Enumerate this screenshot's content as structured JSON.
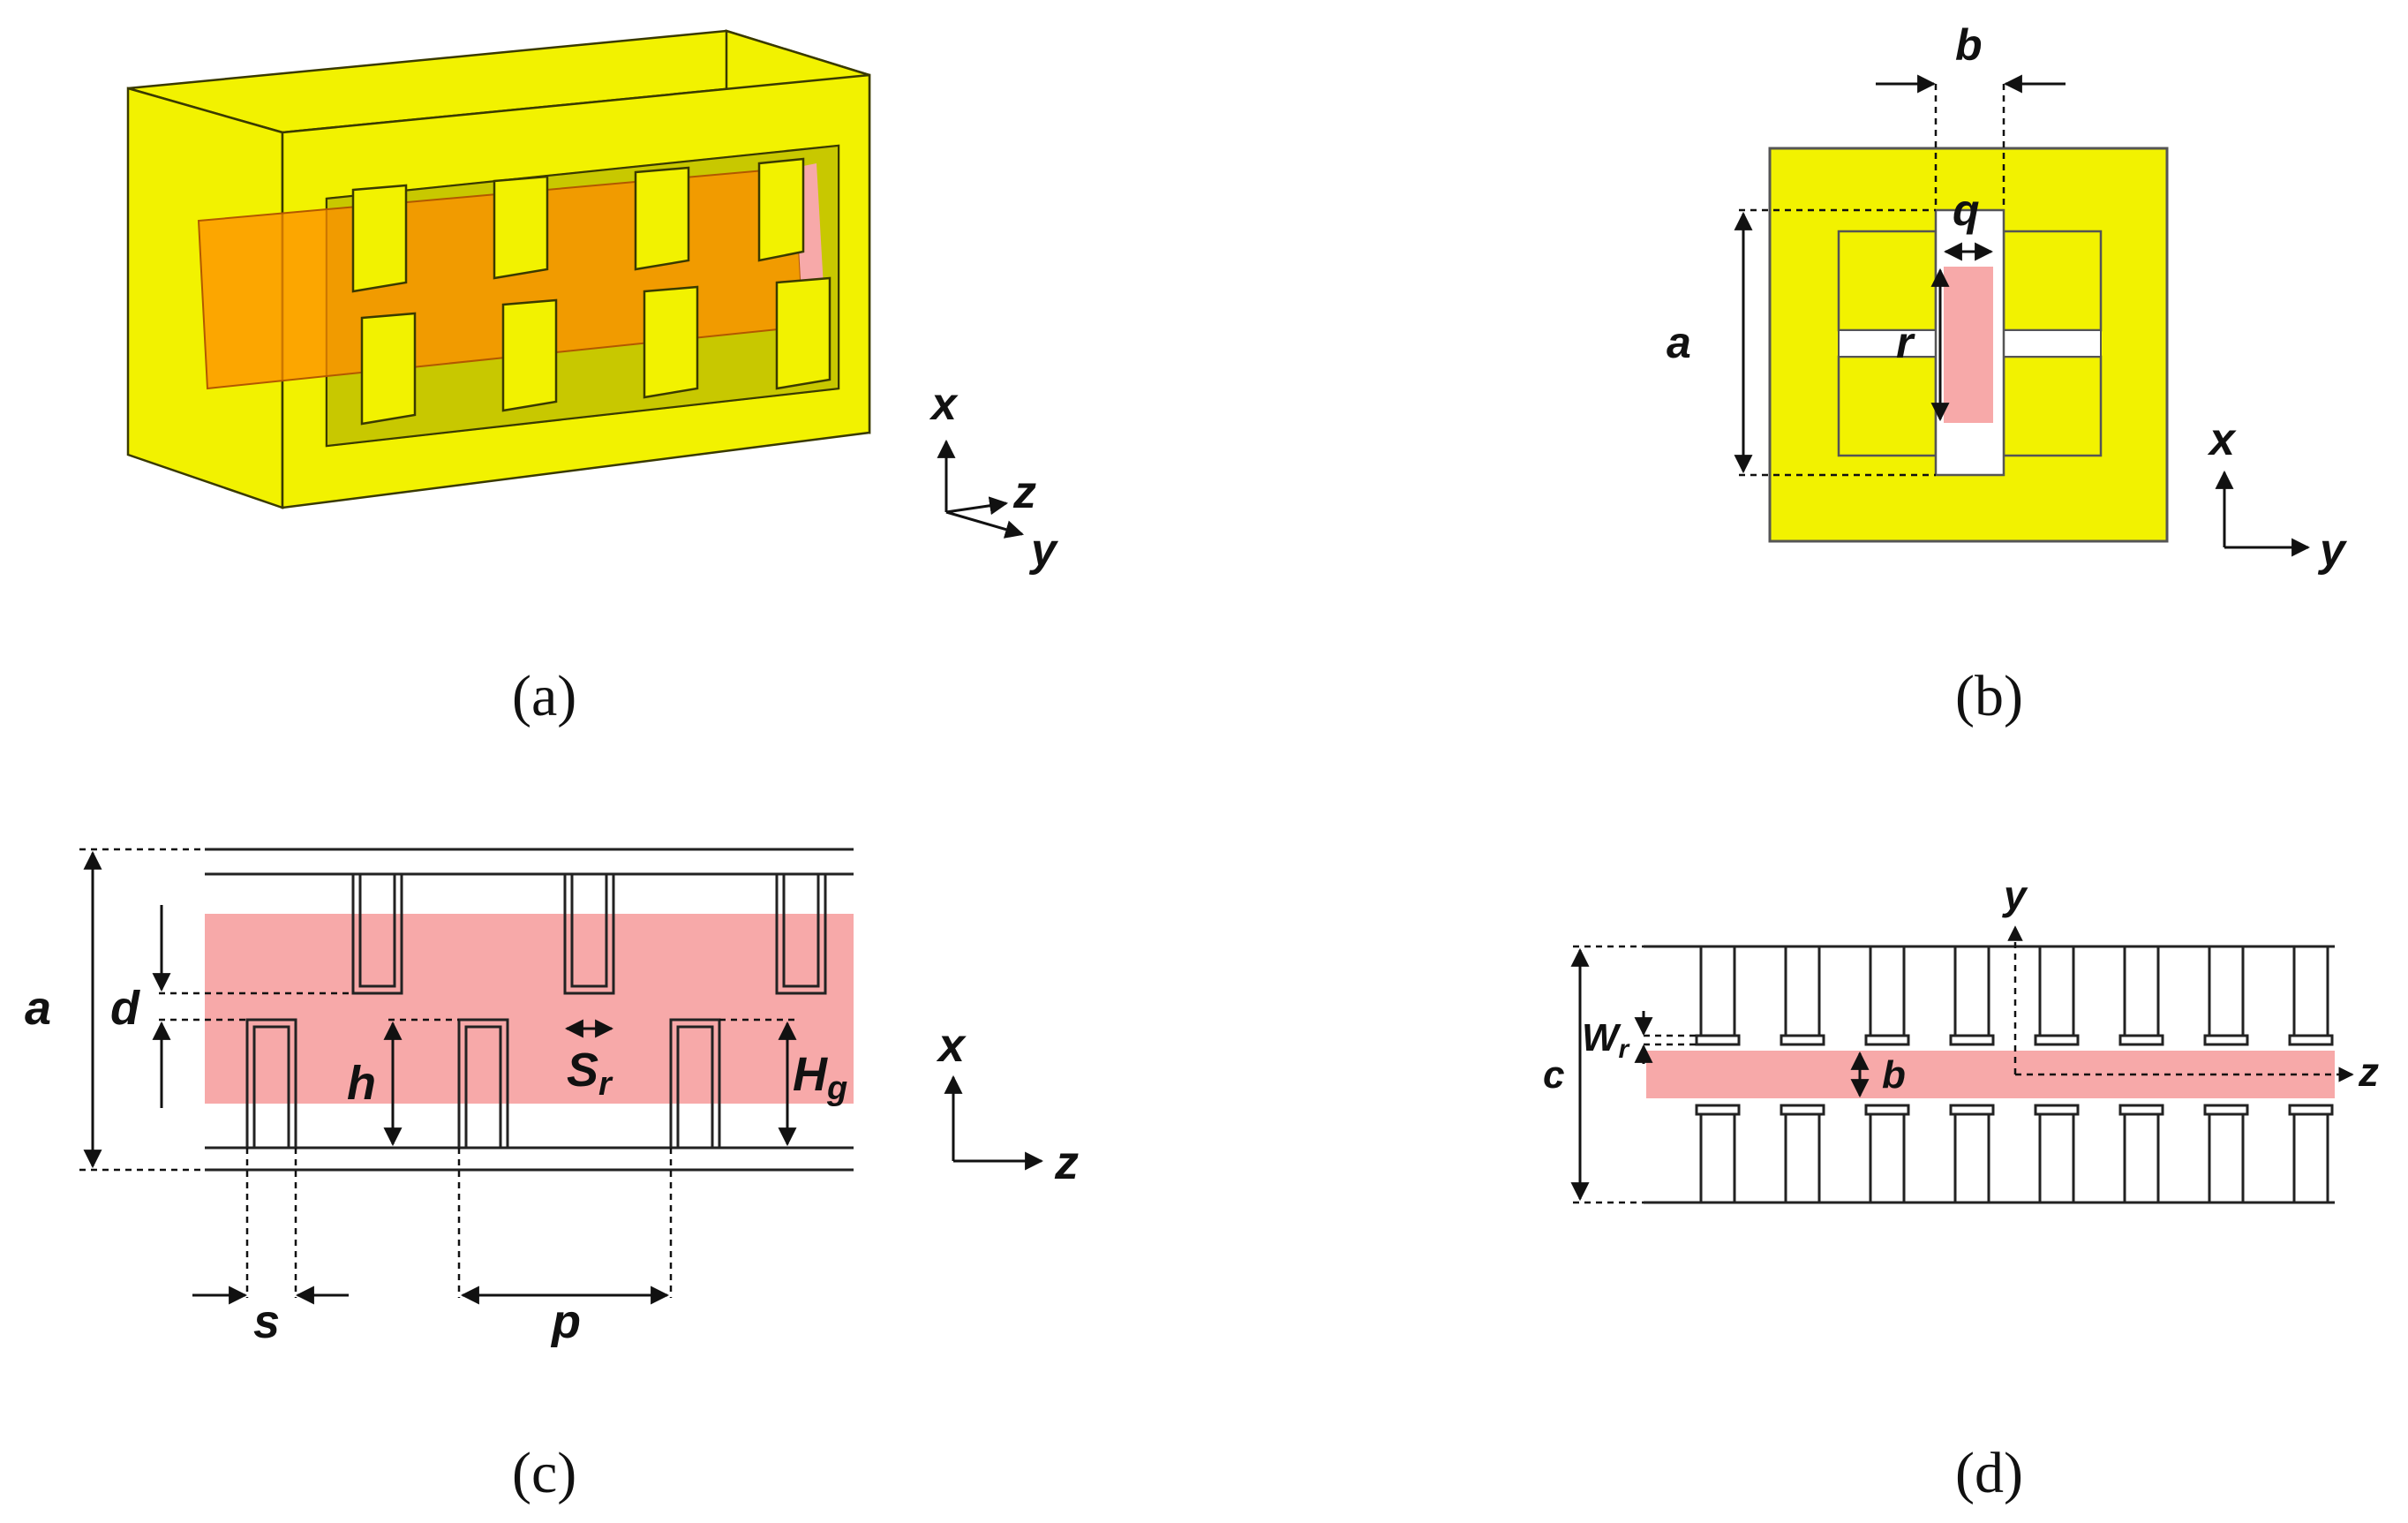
{
  "panels": {
    "a": {
      "caption": "(a)",
      "axes": [
        "x",
        "z",
        "y"
      ]
    },
    "b": {
      "caption": "(b)",
      "labels": [
        "b",
        "q",
        "a",
        "r"
      ],
      "axes": [
        "x",
        "y"
      ]
    },
    "c": {
      "caption": "(c)",
      "labels": {
        "a": "a",
        "d": "d",
        "s_main": "S",
        "s_sub": "r",
        "h": "h",
        "hg_main": "H",
        "hg_sub": "g",
        "s": "s",
        "p": "p"
      },
      "axes": [
        "x",
        "z"
      ]
    },
    "d": {
      "caption": "(d)",
      "labels": {
        "c": "c",
        "w_main": "W",
        "w_sub": "r",
        "b": "b"
      },
      "axes": [
        "y",
        "z"
      ]
    }
  },
  "colors": {
    "metal_yellow": "#f2f200",
    "beam_pink": "#f7a9a9",
    "beam_orange": "#ff8c00",
    "line": "#111111"
  }
}
